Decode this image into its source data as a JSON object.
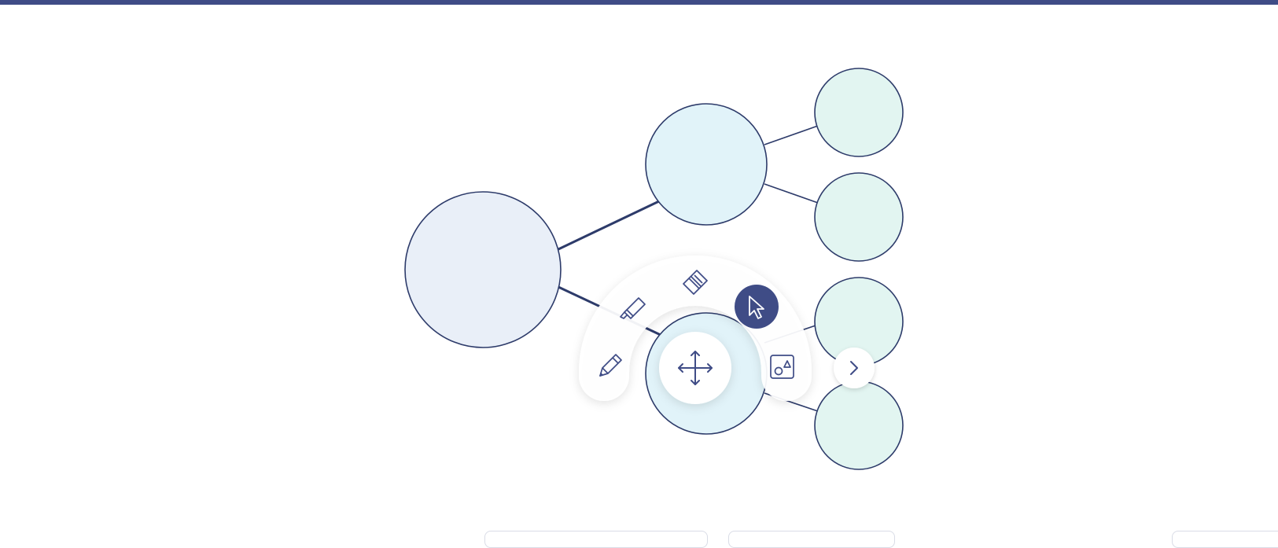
{
  "header": {
    "accent_color": "#3f4c86"
  },
  "mind_map": {
    "node_colors": {
      "root": "#e9eff8",
      "branch": "#e1f3f9",
      "leaf": "#e2f5f1",
      "stroke": "#2d3b6a"
    },
    "nodes": [
      {
        "id": "root-node",
        "level": "root"
      },
      {
        "id": "branch-node-1",
        "level": "branch"
      },
      {
        "id": "branch-node-2",
        "level": "branch"
      },
      {
        "id": "leaf-node-1",
        "level": "leaf"
      },
      {
        "id": "leaf-node-2",
        "level": "leaf"
      },
      {
        "id": "leaf-node-3",
        "level": "leaf"
      },
      {
        "id": "leaf-node-4",
        "level": "leaf"
      }
    ]
  },
  "radial_menu": {
    "center_tool": "move-icon",
    "active_tool": "pointer-icon",
    "active_color": "#3f4c86",
    "tools": [
      {
        "icon": "pencil-icon"
      },
      {
        "icon": "highlighter-icon"
      },
      {
        "icon": "eraser-icon"
      },
      {
        "icon": "pointer-icon"
      },
      {
        "icon": "shapes-icon"
      }
    ],
    "expand": {
      "icon": "chevron-right-icon"
    }
  }
}
